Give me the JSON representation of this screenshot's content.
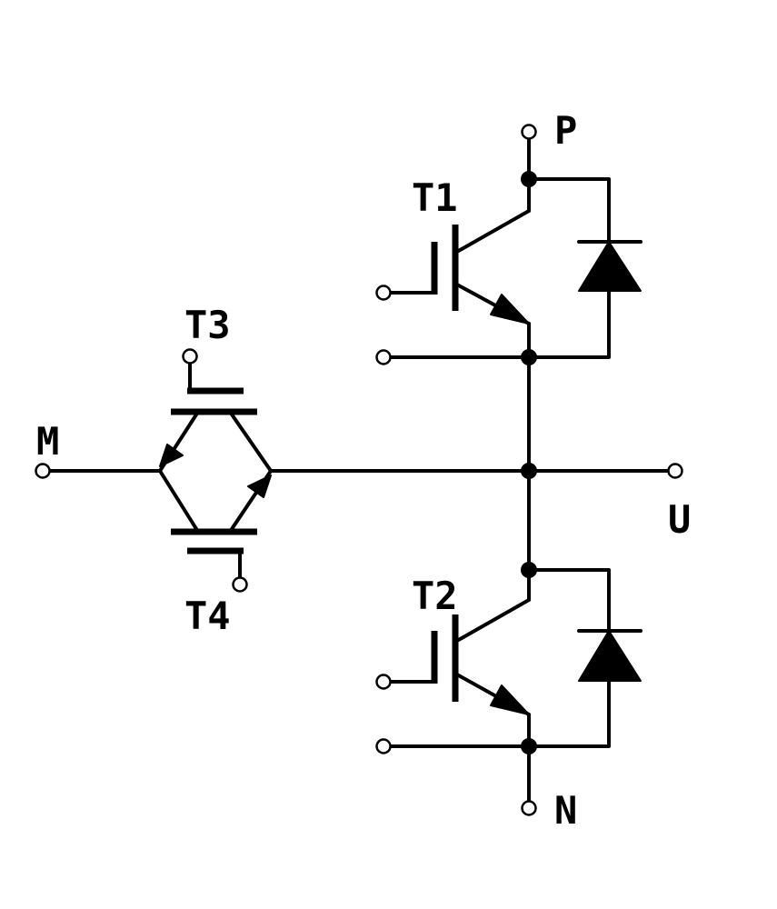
{
  "labels": {
    "P": "P",
    "N": "N",
    "U": "U",
    "M": "M",
    "T1": "T1",
    "T2": "T2",
    "T3": "T3",
    "T4": "T4"
  },
  "colors": {
    "line": "#000000",
    "background": "#ffffff"
  }
}
